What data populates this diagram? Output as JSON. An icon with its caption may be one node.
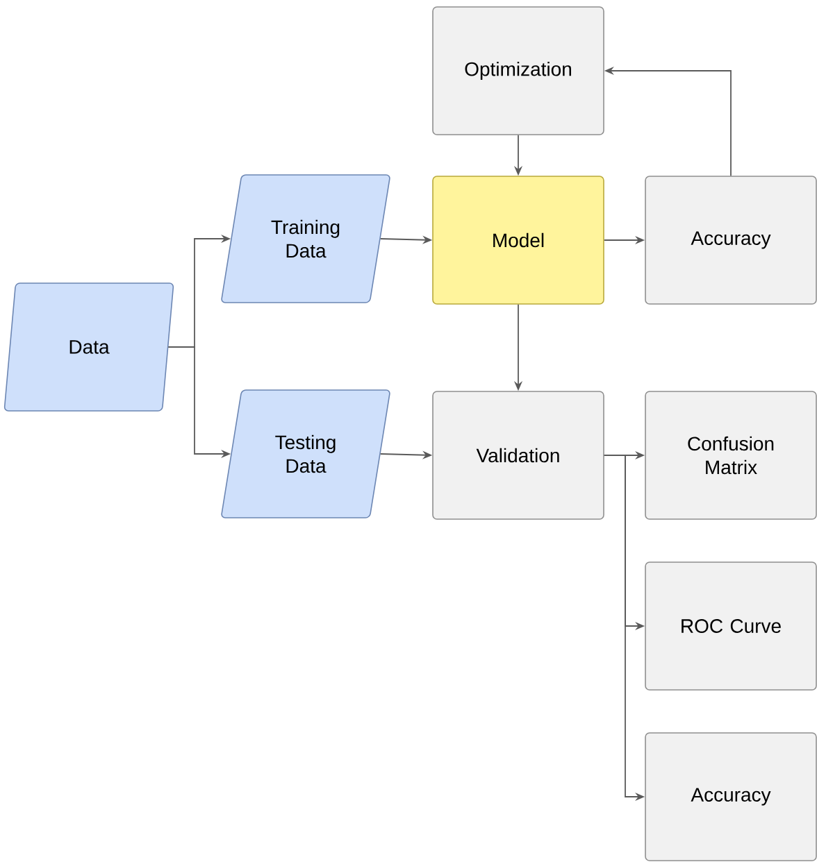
{
  "diagram": {
    "nodes": [
      {
        "text": [
          "Data"
        ]
      },
      {
        "text": [
          "Training Data"
        ]
      },
      {
        "text": [
          "Testing Data"
        ]
      },
      {
        "text": [
          "Optimization"
        ]
      },
      {
        "text": [
          "Model"
        ]
      },
      {
        "text": [
          "Accuracy"
        ]
      },
      {
        "text": [
          "Validation"
        ]
      },
      {
        "text": [
          "Confusion Matrix"
        ]
      },
      {
        "text": [
          "ROC Curve"
        ]
      },
      {
        "text": [
          "Accuracy"
        ]
      }
    ],
    "edges": [
      {
        "from": 0,
        "to": 1,
        "arrow": "to"
      },
      {
        "from": 0,
        "to": 2,
        "arrow": "to"
      },
      {
        "from": 1,
        "to": 4,
        "arrow": "to"
      },
      {
        "from": 2,
        "to": 6,
        "arrow": "to"
      },
      {
        "from": 3,
        "to": 4,
        "arrow": "to"
      },
      {
        "from": 4,
        "to": 5,
        "arrow": "to"
      },
      {
        "from": 5,
        "to": 3,
        "arrow": "to"
      },
      {
        "from": 4,
        "to": 6,
        "arrow": "to"
      },
      {
        "from": 6,
        "to": 7,
        "arrow": "to"
      },
      {
        "from": 6,
        "to": 8,
        "arrow": "to"
      },
      {
        "from": 6,
        "to": 9,
        "arrow": "to"
      }
    ]
  }
}
